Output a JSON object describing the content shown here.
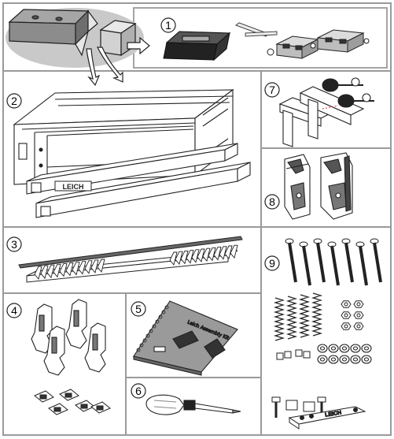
{
  "panels": [
    {
      "number": "1"
    },
    {
      "number": "2"
    },
    {
      "number": "3"
    },
    {
      "number": "4"
    },
    {
      "number": "5"
    },
    {
      "number": "6"
    },
    {
      "number": "7"
    },
    {
      "number": "8"
    },
    {
      "number": "9"
    }
  ],
  "brand": {
    "logo": "LEICH",
    "booklet_title": "Leich Assembly Kit"
  }
}
